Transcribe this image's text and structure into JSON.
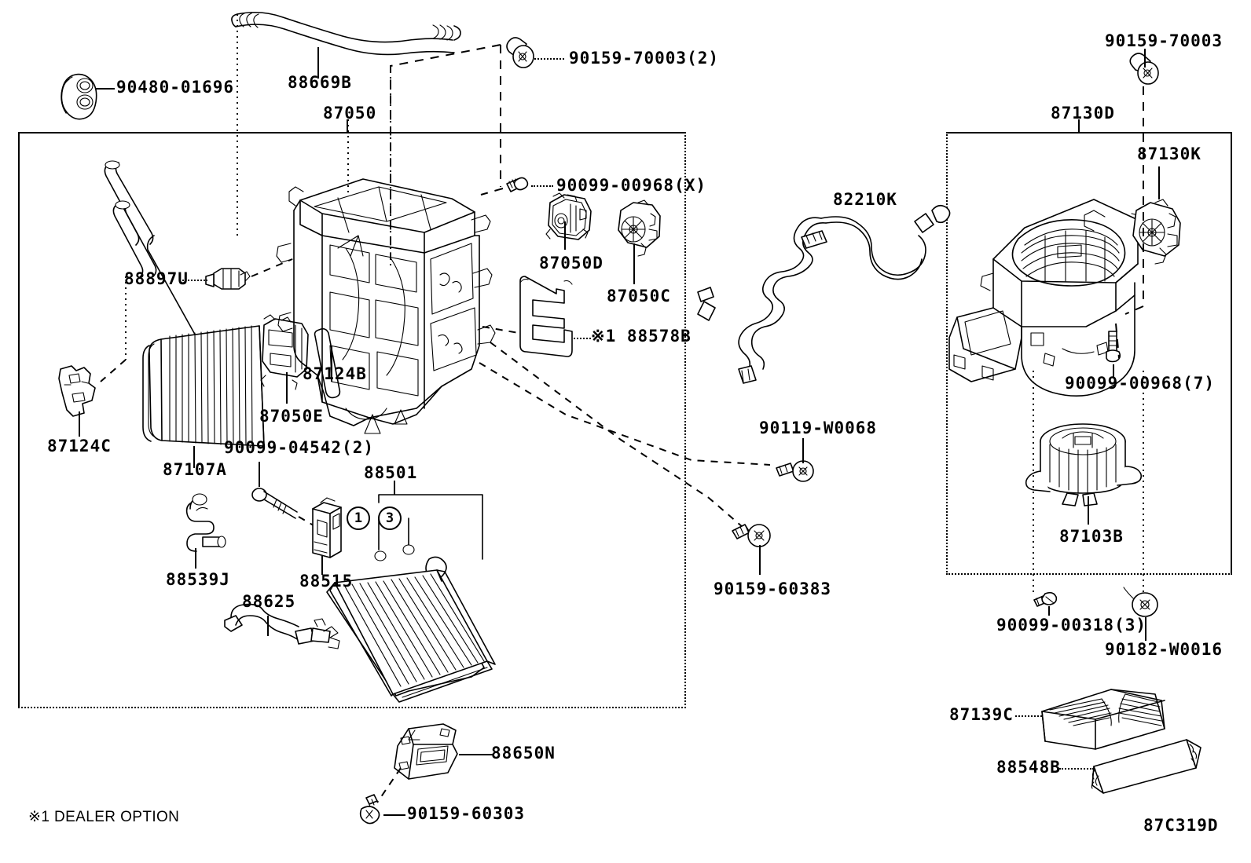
{
  "figure": {
    "code": "87C319D",
    "footnote": "※1 DEALER OPTION",
    "footnote_mark": "※1"
  },
  "frames": [
    {
      "name": "heater-unit-group",
      "label": "87050"
    },
    {
      "name": "blower-unit-group",
      "label": "87130D"
    }
  ],
  "callout_88501": {
    "label": "88501",
    "items": [
      "1",
      "3"
    ]
  },
  "labels": {
    "grommet": "90480-01696",
    "hose": "88669B",
    "heater_assy": "87050",
    "screw_70003_2": "90159-70003(2)",
    "screw_00968_x": "90099-00968(X)",
    "servo_d": "87050D",
    "servo_c": "87050C",
    "connector": "88897U",
    "seal_87124b": "87124B",
    "seal_87578b": "※1 88578B",
    "servo_e": "87050E",
    "clamp_87124c": "87124C",
    "heater_core": "87107A",
    "screw_04542_2": "90099-04542(2)",
    "pipe_88539j": "88539J",
    "expansion_valve": "88515",
    "thermistor": "88625",
    "evaporator_group": "88501",
    "harness_82210k": "82210K",
    "bolt_w0068": "90119-W0068",
    "screw_60383": "90159-60383",
    "blower_group": "87130D",
    "blower_servo": "87130K",
    "screw_70003": "90159-70003",
    "screw_00968_7": "90099-00968(7)",
    "blower_motor": "87103B",
    "screw_00318_3": "90099-00318(3)",
    "nut_w0016": "90182-W0016",
    "cabin_filter": "87139C",
    "filter_seal": "88548B",
    "amplifier": "88650N",
    "screw_60303": "90159-60303"
  }
}
